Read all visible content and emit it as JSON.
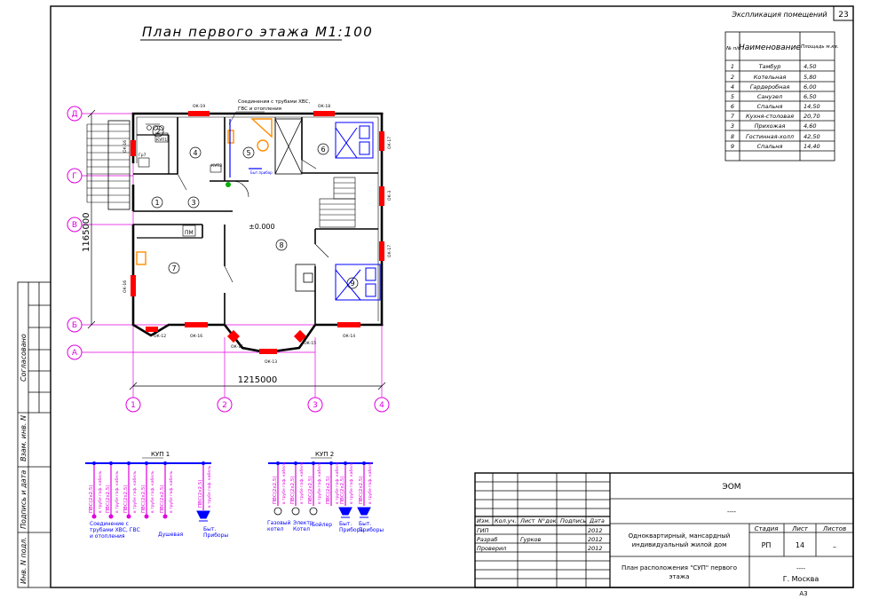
{
  "page": {
    "sheet_number": "23",
    "plan_title": "План первого этажа М1:100"
  },
  "explication": {
    "title": "Экспликация помещений",
    "headers": {
      "num": "№ п/п",
      "name": "Наименование",
      "area": "Площадь м.кв."
    },
    "rows": [
      {
        "num": "1",
        "name": "Тамбур",
        "area": "4,50"
      },
      {
        "num": "2",
        "name": "Котельная",
        "area": "5,80"
      },
      {
        "num": "4",
        "name": "Гардеробная",
        "area": "6,00"
      },
      {
        "num": "5",
        "name": "Санузел",
        "area": "6,50"
      },
      {
        "num": "6",
        "name": "Спальня",
        "area": "14,50"
      },
      {
        "num": "7",
        "name": "Кухня-столовая",
        "area": "20,70"
      },
      {
        "num": "3",
        "name": "Прихожая",
        "area": "4,60"
      },
      {
        "num": "8",
        "name": "Гостинная-холл",
        "area": "42,50"
      },
      {
        "num": "9",
        "name": "Спальня",
        "area": "14,40"
      }
    ]
  },
  "plan": {
    "dim_horizontal": "1215000",
    "dim_vertical": "1165000",
    "level_mark": "±0.000",
    "connection_note_line1": "Соединения с трубами ХВС,",
    "connection_note_line2": "ГВС и отопления",
    "axes_rows": [
      "Д",
      "Г",
      "В",
      "Б",
      "А"
    ],
    "axes_cols": [
      "1",
      "2",
      "3",
      "4"
    ],
    "room_numbers": [
      "1",
      "2",
      "3",
      "4",
      "5",
      "6",
      "7",
      "8",
      "9"
    ],
    "small_labels": {
      "ok19": "ОК-19",
      "ok18": "ОК-18",
      "ok17a": "ОК-17",
      "ok3": "ОК-3",
      "ok17b": "ОК-17",
      "ok16": "ОК-16",
      "ok12": "ОК-12",
      "ok16b": "ОК-16",
      "ok15": "ОК-15",
      "ok13": "ОК-13",
      "ok14": "ОК-14",
      "ok15b": "ОК-15",
      "ok16c": "ОК-16",
      "kup1": "КУП1",
      "kup2": "КУП2",
      "pm": "ПМ",
      "gr": "Гр7",
      "bytpr": "Быт.прибор"
    }
  },
  "kup1": {
    "title": "КУП 1",
    "cable": "ПВС(2х2,5)",
    "in_box": "в трубе гоф. кабель",
    "label_left_1": "Соединение с",
    "label_left_2": "трубами ХВС, ГВС",
    "label_left_3": "и отопления",
    "label_mid": "Душевая",
    "label_right_1": "Быт.",
    "label_right_2": "Приборы"
  },
  "kup2": {
    "title": "КУП 2",
    "cable": "ПВС(2х2,5)",
    "in_box": "в трубе гоф. кабель",
    "label_gas_1": "Газовый",
    "label_gas_2": "котел",
    "label_el_1": "Электр.",
    "label_el_2": "Котел",
    "label_boiler": "Бойлер",
    "label_app_1": "Быт.",
    "label_app_2": "Приборы",
    "label_app_3": "Быт.",
    "label_app_4": "Приборы"
  },
  "side_stamp": {
    "agreed": "Согласовано",
    "inv_vz": "Взам. инв. N",
    "sign_date": "Подпись и дата",
    "inv_podl": "Инв. N подл."
  },
  "title_block": {
    "code": "ЭОМ",
    "dash_line": "----",
    "col_izm": "Изм.",
    "col_kol": "Кол.уч.",
    "col_list": "Лист",
    "col_doc": "N°док.",
    "col_sign": "Подпись",
    "col_date": "Дата",
    "role1": "ГИП",
    "role2": "Разраб",
    "role3": "Проверил",
    "name1": "",
    "name2": "Гурков",
    "name3": "",
    "date1": "2012",
    "date2": "2012",
    "date3": "2012",
    "project_line1": "Одноквартирный, мансардный",
    "project_line2": "индивидуальный жилой дом",
    "stage_label": "Стадия",
    "sheet_label": "Лист",
    "sheets_label": "Листов",
    "stage": "РП",
    "sheet": "14",
    "sheets": "–",
    "drawing_line1": "План расположения \"СУП\" первого",
    "drawing_line2": "этажа",
    "org_dash": "----",
    "org": "Г. Москва",
    "format": "А3"
  },
  "colors": {
    "axis": "#e000e0",
    "cable": "#e000e0",
    "window": "#ff0000",
    "orange": "#ff8c00",
    "blue": "#0000ff",
    "green": "#00b000"
  }
}
